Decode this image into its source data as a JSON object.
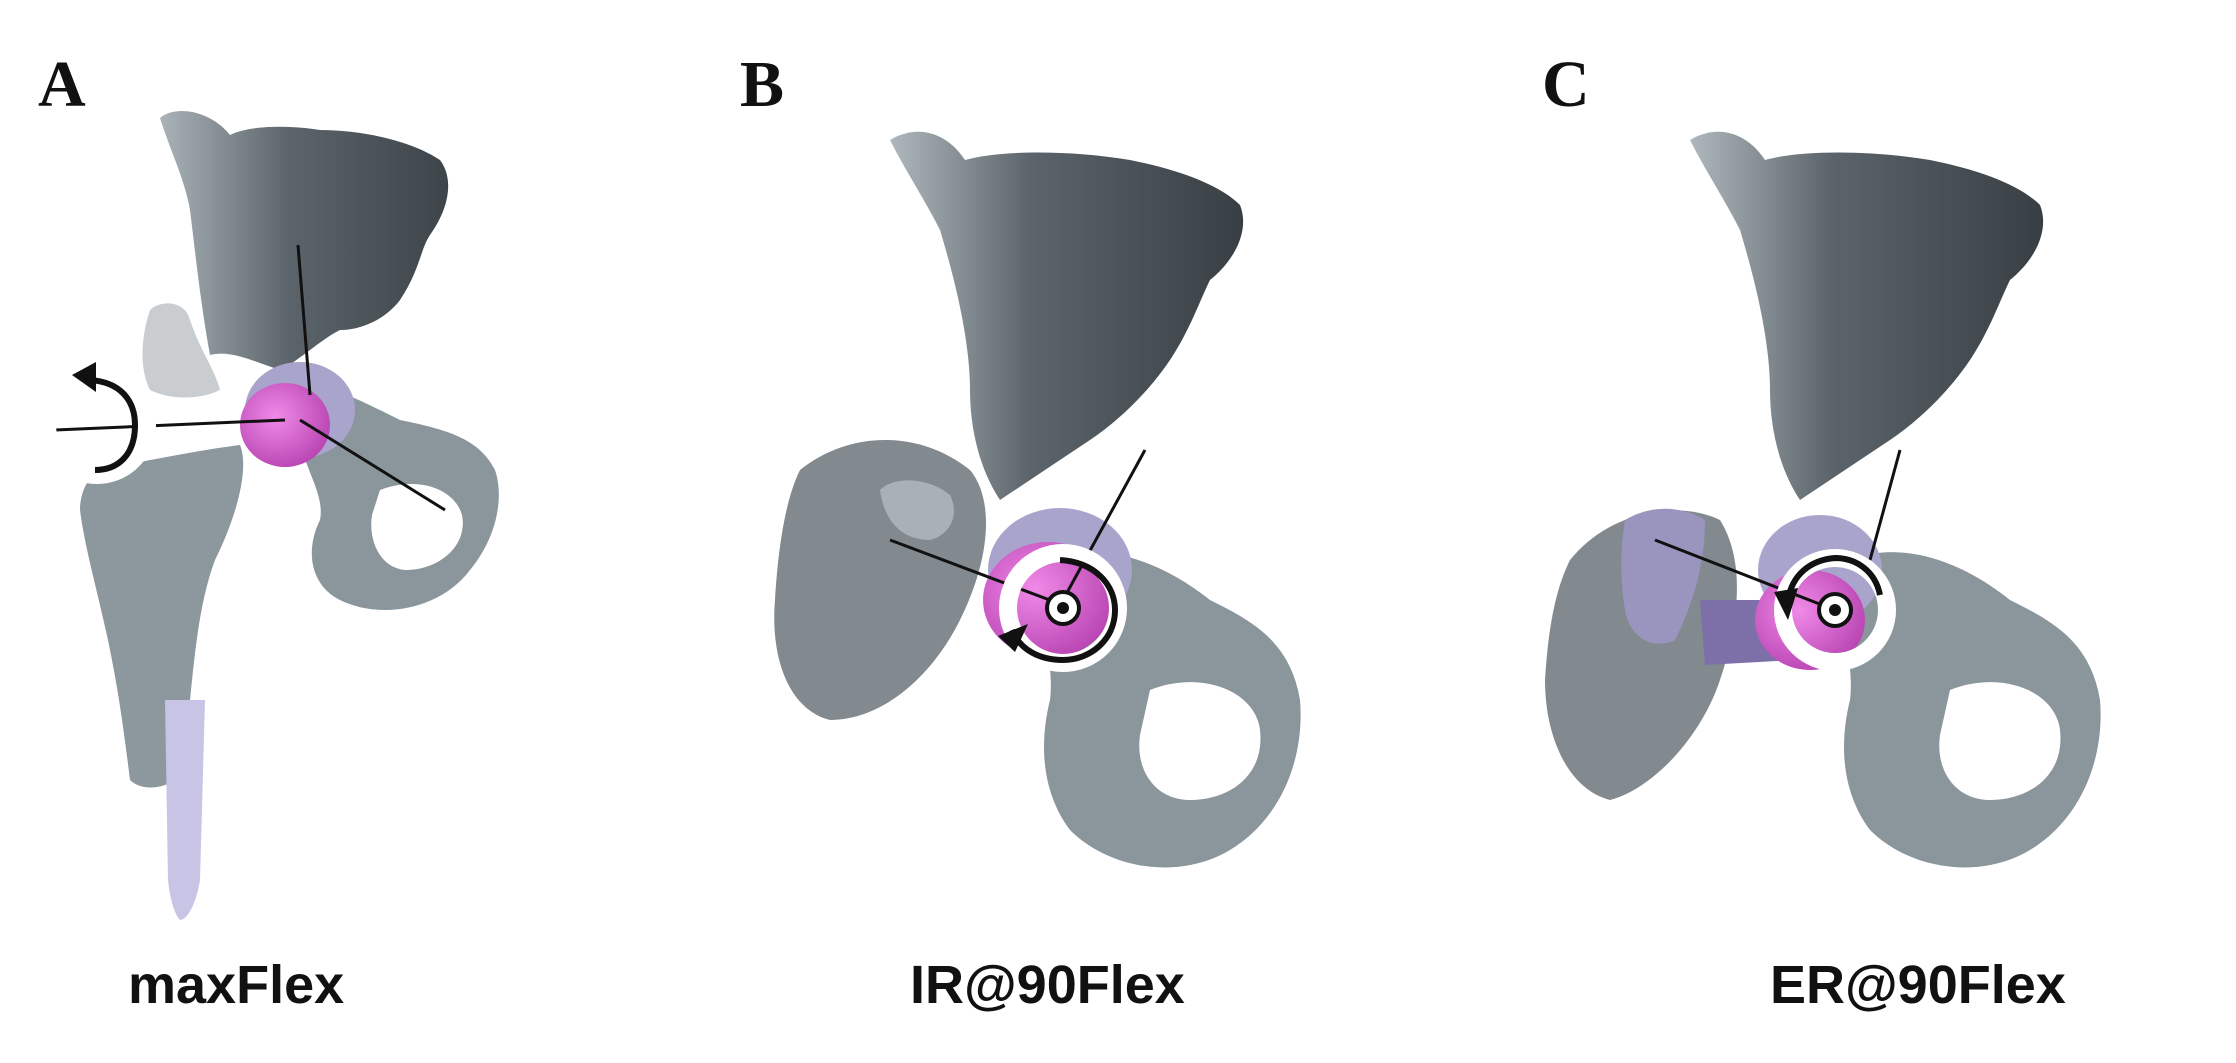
{
  "figure": {
    "panels": [
      {
        "letter": "A",
        "caption": "maxFlex",
        "rotation_direction": "counterclockwise-about-femoral-axis"
      },
      {
        "letter": "B",
        "caption": "IR@90Flex",
        "rotation_direction": "counterclockwise"
      },
      {
        "letter": "C",
        "caption": "ER@90Flex",
        "rotation_direction": "counterclockwise"
      }
    ],
    "colors": {
      "bone": "#8b969c",
      "bone_dark": "#3d454a",
      "bone_light": "#b6c0c5",
      "implant_head": "#d85bd0",
      "liner": "#a9a4cc",
      "stem": "#c7c4e6",
      "axis_line": "#111111",
      "arrow_ring": "#ffffff"
    }
  }
}
